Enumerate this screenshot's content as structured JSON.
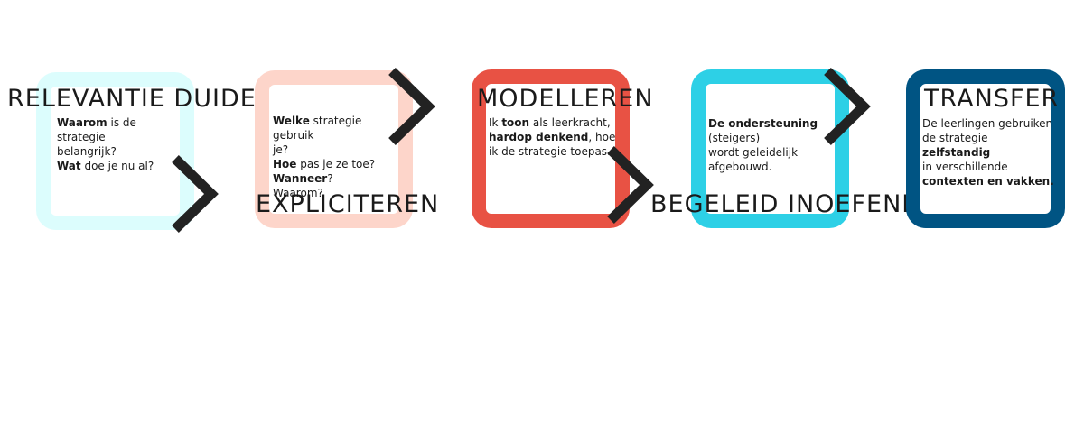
{
  "steps": [
    {
      "title": "RELEVANTIE DUIDEN",
      "color": "#dcfdfd",
      "lines": [
        [
          {
            "t": "Waarom",
            "b": true
          },
          {
            "t": " is de strategie",
            "b": false
          }
        ],
        [
          {
            "t": "belangrijk?",
            "b": false
          }
        ],
        [
          {
            "t": "Wat",
            "b": true
          },
          {
            "t": " doe je nu al?",
            "b": false
          }
        ]
      ]
    },
    {
      "title": "EXPLICITEREN",
      "color": "#fdd5ca",
      "lines": [
        [
          {
            "t": "Welke",
            "b": true
          },
          {
            "t": " strategie gebruik",
            "b": false
          }
        ],
        [
          {
            "t": "je?",
            "b": false
          }
        ],
        [
          {
            "t": "Hoe",
            "b": true
          },
          {
            "t": " pas je ze toe?",
            "b": false
          }
        ],
        [
          {
            "t": "Wanneer",
            "b": true
          },
          {
            "t": "?",
            "b": false
          }
        ],
        [
          {
            "t": "Waarom?",
            "b": false
          }
        ]
      ]
    },
    {
      "title": "MODELLEREN",
      "color": "#e85244",
      "lines": [
        [
          {
            "t": "Ik ",
            "b": false
          },
          {
            "t": "toon",
            "b": true
          },
          {
            "t": " als leerkracht,",
            "b": false
          }
        ],
        [
          {
            "t": "hardop denkend",
            "b": true
          },
          {
            "t": ", hoe",
            "b": false
          }
        ],
        [
          {
            "t": "ik de strategie toepas.",
            "b": false
          }
        ]
      ]
    },
    {
      "title": "BEGELEID INOEFENEN",
      "color": "#2dd0e6",
      "lines": [
        [
          {
            "t": "De ondersteuning",
            "b": true
          }
        ],
        [
          {
            "t": "(steigers)",
            "b": false
          }
        ],
        [
          {
            "t": "wordt geleidelijk",
            "b": false
          }
        ],
        [
          {
            "t": "afgebouwd.",
            "b": false
          }
        ]
      ]
    },
    {
      "title": "TRANSFER",
      "color": "#005483",
      "lines": [
        [
          {
            "t": "De leerlingen gebruiken",
            "b": false
          }
        ],
        [
          {
            "t": "de strategie",
            "b": false
          }
        ],
        [
          {
            "t": "zelfstandig",
            "b": true
          }
        ],
        [
          {
            "t": "in verschillende",
            "b": false
          }
        ],
        [
          {
            "t": "contexten en vakken.",
            "b": true
          }
        ]
      ]
    }
  ],
  "chevron_color": "#222222"
}
